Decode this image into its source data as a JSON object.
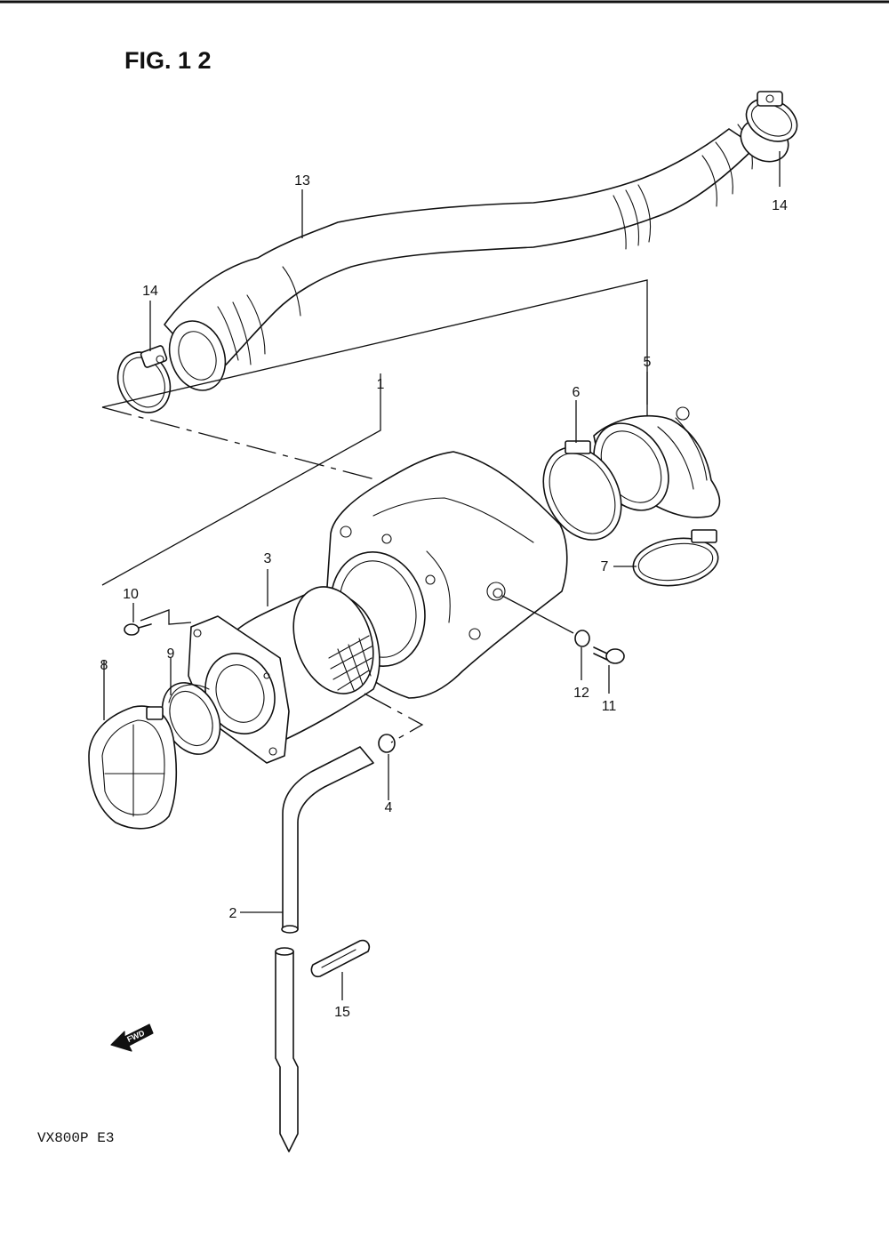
{
  "figure": {
    "title": "FIG. 1 2",
    "model_code": "VX800P  E3",
    "direction_label": "FWD",
    "callouts": [
      "1",
      "2",
      "3",
      "4",
      "5",
      "6",
      "7",
      "8",
      "9",
      "10",
      "11",
      "12",
      "13",
      "14",
      "14",
      "15"
    ]
  }
}
